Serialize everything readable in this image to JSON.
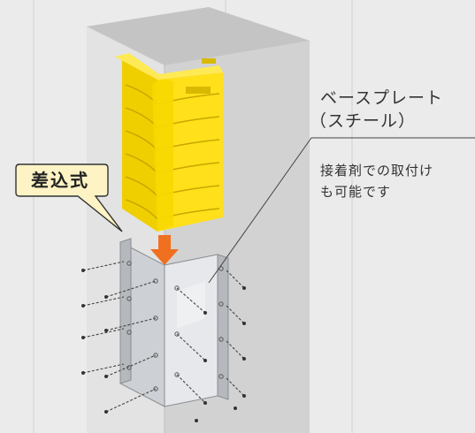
{
  "callout": {
    "label": "差込式"
  },
  "base_plate": {
    "title_line1": "ベースプレート",
    "title_line2": "（スチール）",
    "note_line1": "接着剤での取付け",
    "note_line2": "も可能です"
  },
  "colors": {
    "background": "#ebebeb",
    "pillar": "#d9d9d9",
    "guard": "#f5d800",
    "callout_fill": "#fdf3c4",
    "arrow": "#f07020",
    "plate": "#cfd2d6"
  },
  "icons": {
    "insert_arrow": "orange-down-arrow-icon",
    "screw": "screw-icon"
  }
}
